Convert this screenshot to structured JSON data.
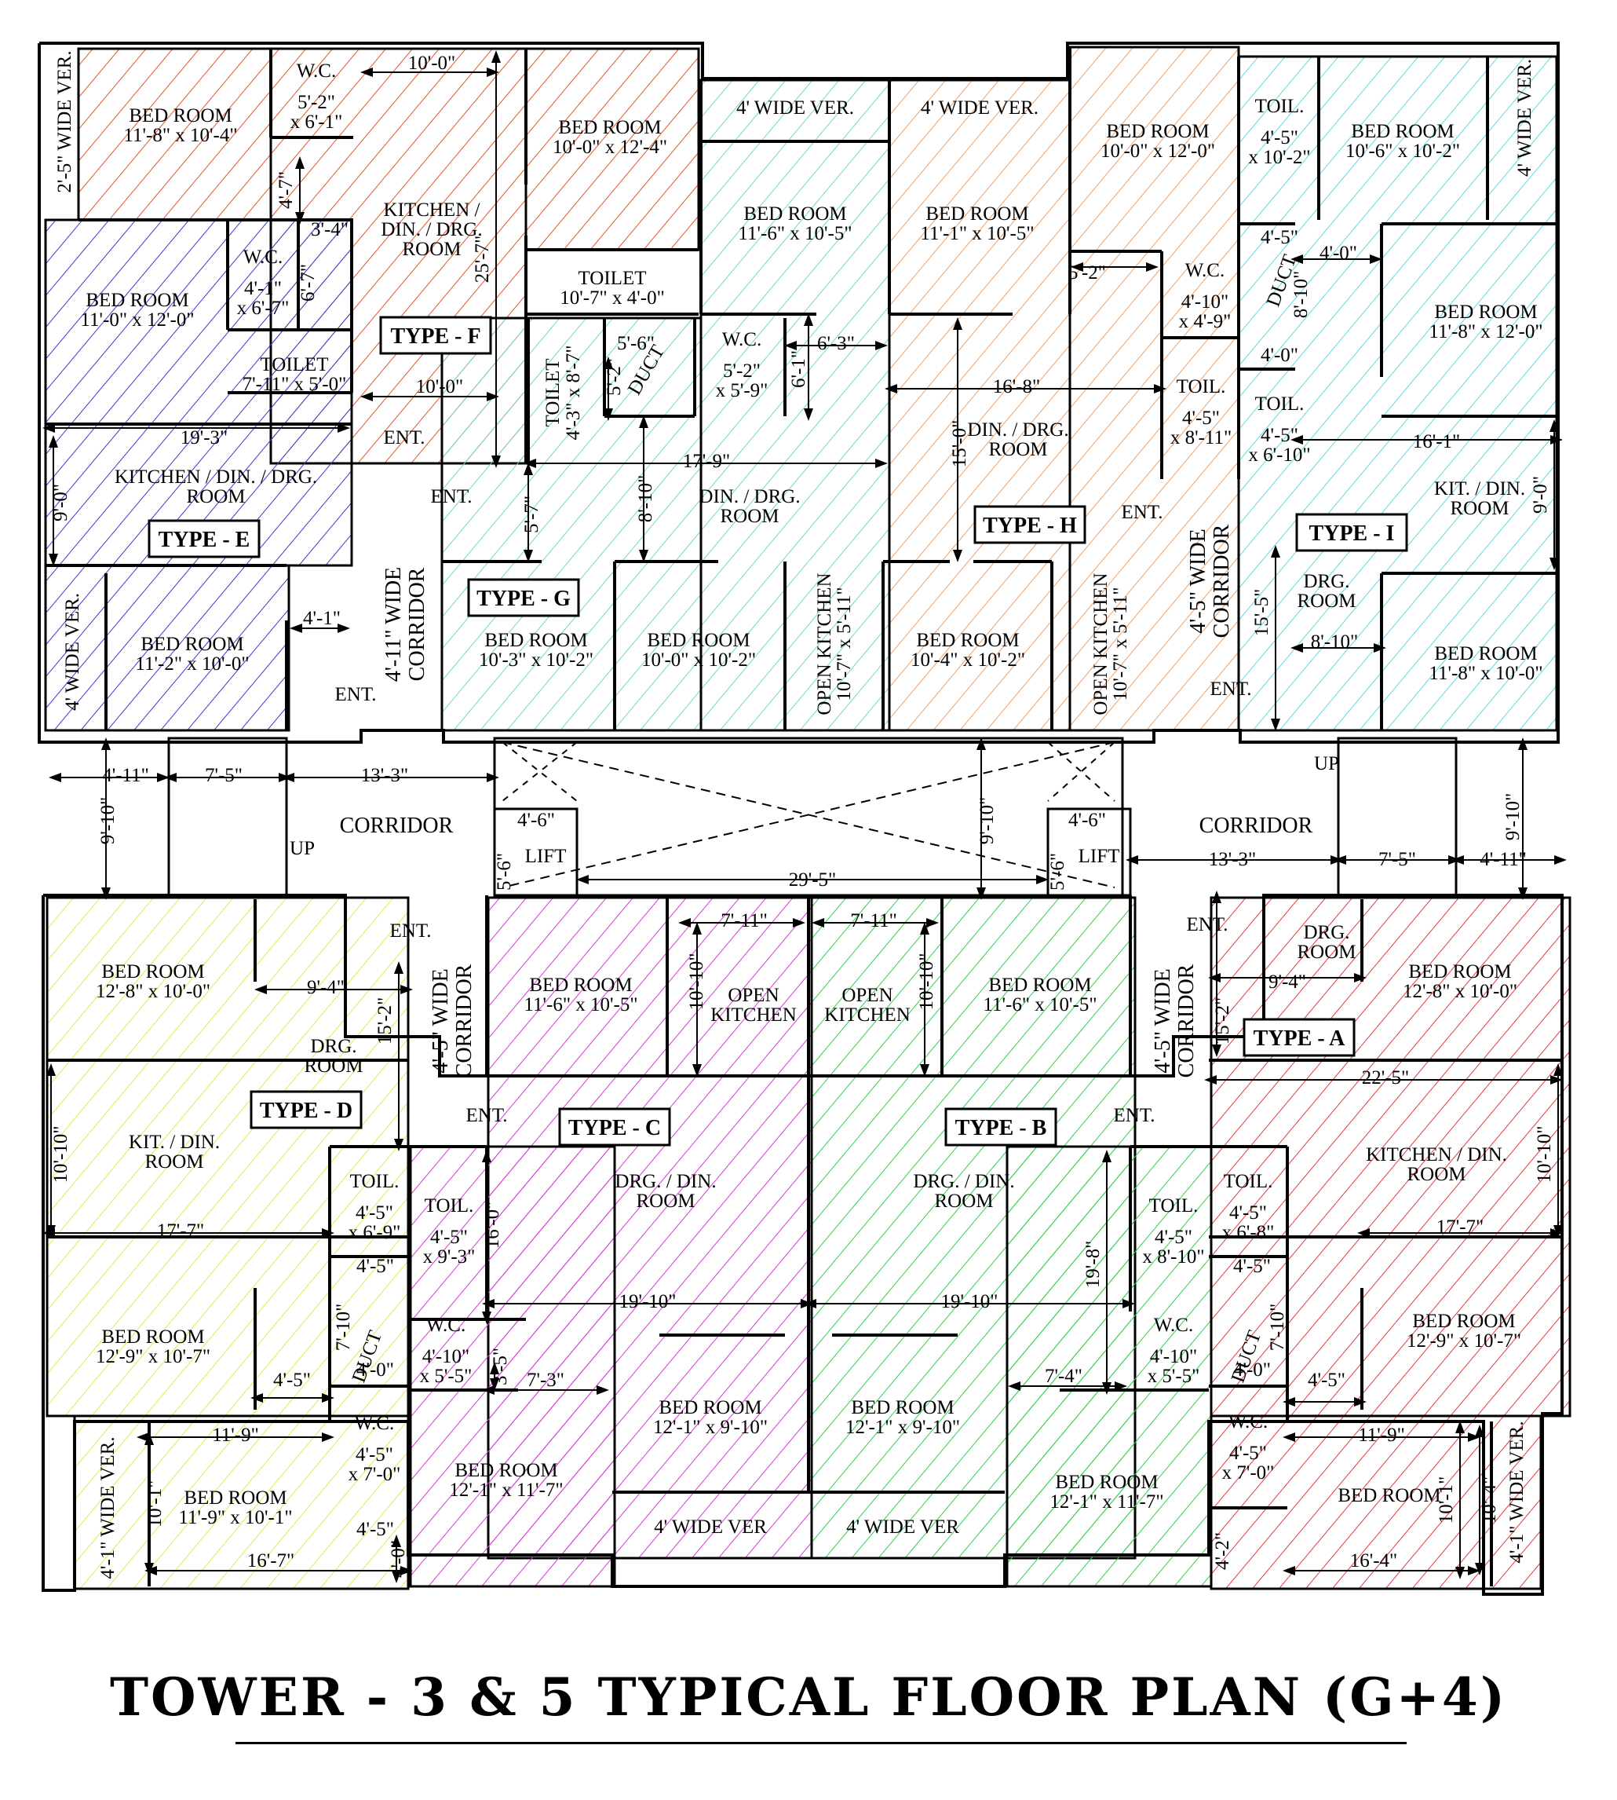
{
  "title": "TOWER - 3 & 5 TYPICAL FLOOR PLAN (G+4)",
  "hatch_colors": {
    "type_a": "#e23b3b",
    "type_b": "#2fd14a",
    "type_c": "#d63ad6",
    "type_d": "#e4e84a",
    "type_e": "#3a3ad6",
    "type_f": "#e3562a",
    "type_g": "#6fd9c3",
    "type_h": "#f0a066",
    "type_i": "#5fd9e0"
  },
  "types": {
    "e": "TYPE - E",
    "f": "TYPE - F",
    "g": "TYPE - G",
    "h": "TYPE - H",
    "i": "TYPE - I",
    "d": "TYPE - D",
    "c": "TYPE - C",
    "b": "TYPE - B",
    "a": "TYPE - A"
  },
  "labels": {
    "bed_room": "BED ROOM",
    "wc": "W.C.",
    "toilet": "TOILET",
    "toil": "TOIL.",
    "duct": "DUCT",
    "ent": "ENT.",
    "lift": "LIFT",
    "corridor": "CORRIDOR",
    "up": "UP",
    "room": "ROOM",
    "kitchen_din_drg": "KITCHEN / DIN. / DRG.",
    "kitchen_din_drg_slash": "KITCHEN /",
    "din_drg_slash": "DIN. / DRG.",
    "din_drg": "DIN. / DRG.",
    "kit_din": "KIT. / DIN.",
    "kit_din_spaced": "KIT.  /  DIN.",
    "kitchen_din": "KITCHEN / DIN.",
    "drg": "DRG.",
    "drg_din": "DRG.  /  DIN.",
    "open": "OPEN",
    "kitchen": "KITCHEN",
    "open_kitchen": "OPEN KITCHEN",
    "ver_2_5": "2'-5\" WIDE VER.",
    "ver_4": "4' WIDE VER.",
    "ver_4_short": "4' WIDE VER",
    "ver_4_1": "4'-1\" WIDE VER.",
    "corr_4_11_a": "4'-11\" WIDE",
    "corr_4_11_b": "CORRIDOR",
    "corr_4_5_a": "4'-5\" WIDE",
    "corr_4_5_b": "CORRIDOR"
  },
  "sizes": {
    "f_bed1": "11'-8\" x 10'-4\"",
    "f_wc_a": "5'-2\"",
    "f_wc_b": "x 6'-1\"",
    "f_bed2": "10'-0\" x 12'-4\"",
    "f_toilet": "10'-7\" x 4'-0\"",
    "e_bed1": "11'-0\" x 12'-0\"",
    "e_wc_a": "4'-1\"",
    "e_wc_b": "x 6'-7\"",
    "e_toilet": "7'-11\" x 5'-0\"",
    "e_bed2": "11'-2\" x 10'-0\"",
    "g_bed1": "11'-6\" x 10'-5\"",
    "g_toilet": "4'-3\" x 8'-7\"",
    "g_wc_a": "5'-2\"",
    "g_wc_b": "x 5'-9\"",
    "g_bed2": "10'-3\" x 10'-2\"",
    "g_bed3": "10'-0\" x 10'-2\"",
    "g_ok": "10'-7\" x 5'-11\"",
    "h_bed1": "11'-1\" x 10'-5\"",
    "h_bed2": "10'-0\" x 12'-0\"",
    "h_wc_a": "4'-10\"",
    "h_wc_b": "x 4'-9\"",
    "h_toil_a": "4'-5\"",
    "h_toil_b": "x 8'-11\"",
    "h_bed3": "10'-4\" x 10'-2\"",
    "h_ok": "10'-7\" x 5'-11\"",
    "i_toil1_a": "4'-5\"",
    "i_toil1_b": "x 10'-2\"",
    "i_bed1": "10'-6\" x 10'-2\"",
    "i_bed2": "11'-8\" x 12'-0\"",
    "i_toil2_a": "4'-5\"",
    "i_toil2_b": "x 6'-10\"",
    "i_bed3": "11'-8\" x 10'-0\"",
    "d_bed1": "12'-8\" x 10'-0\"",
    "d_toil_a": "4'-5\"",
    "d_toil_b": "x 6'-9\"",
    "d_bed2": "12'-9\" x 10'-7\"",
    "d_wc_a": "4'-5\"",
    "d_wc_b": "x 7'-0\"",
    "d_bed3": "11'-9\" x 10'-1\"",
    "c_bed1": "11'-6\" x 10'-5\"",
    "c_toil_a": "4'-5\"",
    "c_toil_b": "x 9'-3\"",
    "c_wc_a": "4'-10\"",
    "c_wc_b": "x 5'-5\"",
    "c_bed2": "12'-1\" x 9'-10\"",
    "c_bed3": "12'-1\" x 11'-7\"",
    "b_bed1": "11'-6\" x 10'-5\"",
    "b_toil_a": "4'-5\"",
    "b_toil_b": "x 8'-10\"",
    "b_wc_a": "4'-10\"",
    "b_wc_b": "x 5'-5\"",
    "b_bed2": "12'-1\" x 9'-10\"",
    "b_bed3": "12'-1\" x 11'-7\"",
    "a_bed1": "12'-8\" x 10'-0\"",
    "a_toil_a": "4'-5\"",
    "a_toil_b": "x 6'-8\"",
    "a_bed2": "12'-9\" x 10'-7\"",
    "a_wc_a": "4'-5\"",
    "a_wc_b": "x 7'-0\"",
    "lift": "4'-6\"",
    "lift_v": "5'-6\""
  },
  "dims": {
    "d10_0": "10'-0\"",
    "d25_7": "25'-7\"",
    "d4_7": "4'-7\"",
    "d3_4": "3'-4\"",
    "d6_7": "6'-7\"",
    "d19_3": "19'-3\"",
    "d9_0": "9'-0\"",
    "d4_1": "4'-1\"",
    "d5_6": "5'-6\"",
    "d5_2": "5'-2\"",
    "d6_3": "6'-3\"",
    "d6_1": "6'-1\"",
    "d17_9": "17'-9\"",
    "d5_7": "5'-7\"",
    "d8_10": "8'-10\"",
    "d16_8": "16'-8\"",
    "d15_0": "15'-0\"",
    "d4_5": "4'-5\"",
    "d4_0": "4'-0\"",
    "d16_1": "16'-1\"",
    "d15_5": "15'-5\"",
    "d4_11": "4'-11\"",
    "d7_5": "7'-5\"",
    "d13_3": "13'-3\"",
    "d9_10": "9'-10\"",
    "d29_5": "29'-5\"",
    "d7_11": "7'-11\"",
    "d10_10": "10'-10\"",
    "d9_4": "9'-4\"",
    "d15_2": "15'-2\"",
    "d17_7": "17'-7\"",
    "d7_10": "7'-10\"",
    "d11_9": "11'-9\"",
    "d10_1": "10'-1\"",
    "d16_7": "16'-7\"",
    "d16_0": "16'-0\"",
    "d19_10": "19'-10\"",
    "d3_5": "3'-5\"",
    "d7_3": "7'-3\"",
    "d19_8": "19'-8\"",
    "d7_4": "7'-4\"",
    "d22_5": "22'-5\"",
    "d16_4": "16'-4\"",
    "d10_4": "10'-4\"",
    "d4_2": "4'-2\""
  }
}
